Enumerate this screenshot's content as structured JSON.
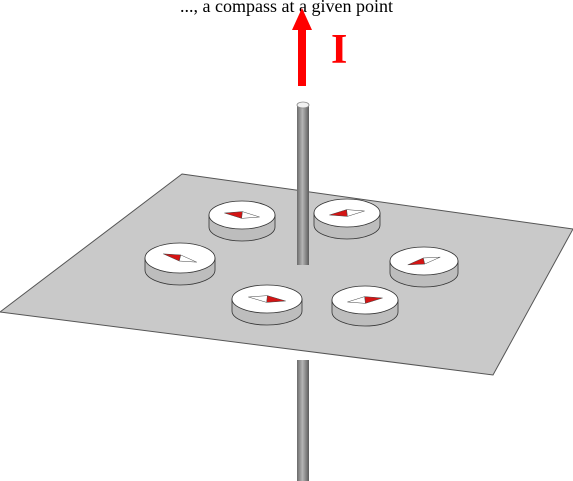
{
  "caption": "..., a compass at a given point",
  "current": {
    "label": "I",
    "direction": "up"
  },
  "colors": {
    "arrow": "#ff0000",
    "wire": "#8c8c8c",
    "plane": "#c9c9c9",
    "plane_edge": "#555555",
    "compass_face": "#ffffff",
    "compass_side": "#bdbdbd",
    "needle_north": "#d41414",
    "needle_south": "#ffffff"
  },
  "compass_count": 6
}
